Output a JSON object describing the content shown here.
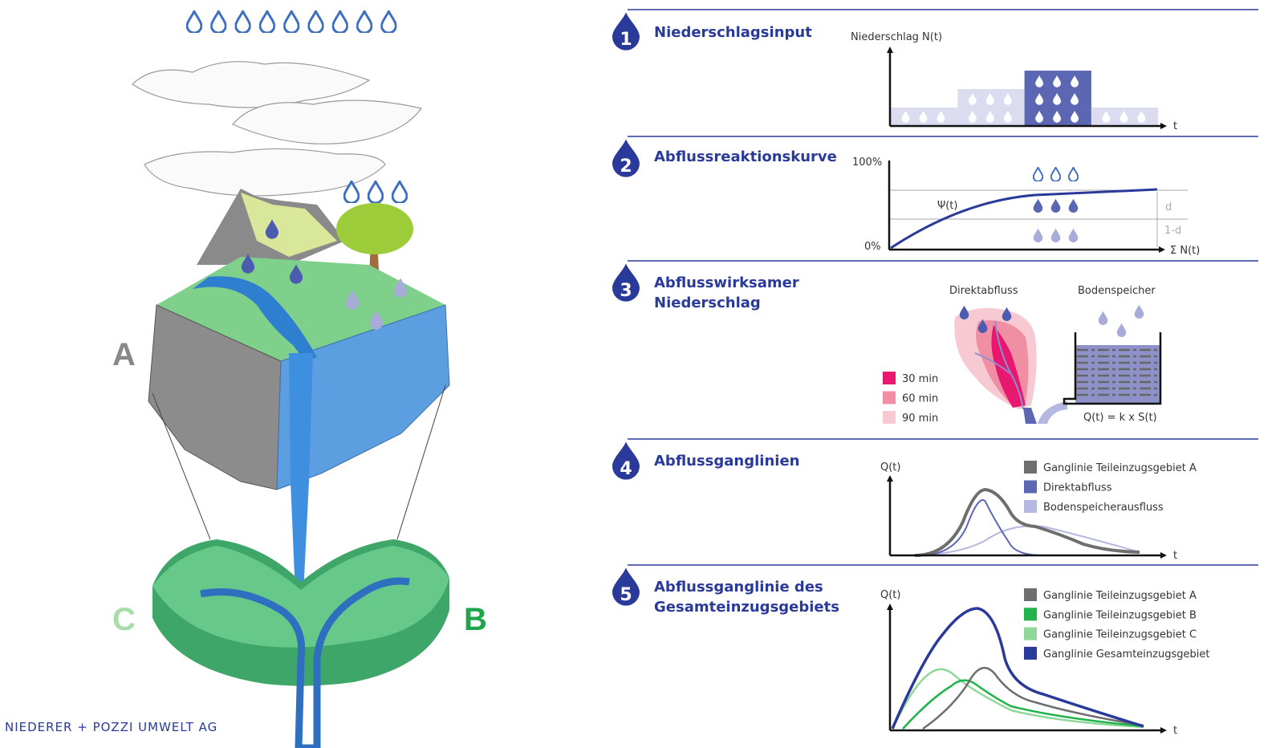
{
  "credit": "NIEDERER + POZZI UMWELT AG",
  "illustration": {
    "label_a": "A",
    "label_b": "B",
    "label_c": "C"
  },
  "colors": {
    "primary": "#2a3a9a",
    "medium": "#5b67b3",
    "light": "#c9cbe6",
    "pink_30": "#e8176f",
    "pink_60": "#f08fa4",
    "pink_90": "#f7c9d2",
    "gray": "#6e6e6e",
    "green_b": "#1fb34a",
    "green_c": "#8fd89a"
  },
  "sections": [
    {
      "number": "1",
      "title": "Niederschlagsinput",
      "y_label": "Niederschlag N(t)",
      "x_label": "t",
      "intensity_levels": [
        1,
        2,
        3,
        1
      ]
    },
    {
      "number": "2",
      "title": "Abflussreaktionskurve",
      "y_max": "100%",
      "y_min": "0%",
      "curve_label": "Ψ(t)",
      "d_label": "d",
      "one_minus_d_label": "1-d",
      "x_label": "Σ N(t)"
    },
    {
      "number": "3",
      "title_line1": "Abflusswirksamer",
      "title_line2": "Niederschlag",
      "direct_label": "Direktabfluss",
      "storage_label": "Bodenspeicher",
      "formula": "Q(t) = k x S(t)",
      "legend": [
        {
          "label": "30 min",
          "color": "#e8176f"
        },
        {
          "label": "60 min",
          "color": "#f08fa4"
        },
        {
          "label": "90 min",
          "color": "#f7c9d2"
        }
      ]
    },
    {
      "number": "4",
      "title": "Abflussganglinien",
      "y_label": "Q(t)",
      "x_label": "t",
      "legend": [
        {
          "label": "Ganglinie Teileinzugsgebiet A",
          "color": "#6e6e6e"
        },
        {
          "label": "Direktabfluss",
          "color": "#5b67b3"
        },
        {
          "label": "Bodenspeicherausfluss",
          "color": "#b5b8e0"
        }
      ]
    },
    {
      "number": "5",
      "title_line1": "Abflussganglinie des",
      "title_line2": "Gesamteinzugsgebiets",
      "y_label": "Q(t)",
      "x_label": "t",
      "legend": [
        {
          "label": "Ganglinie Teileinzugsgebiet A",
          "color": "#6e6e6e"
        },
        {
          "label": "Ganglinie Teileinzugsgebiet B",
          "color": "#1fb34a"
        },
        {
          "label": "Ganglinie Teileinzugsgebiet C",
          "color": "#8fd89a"
        },
        {
          "label": "Ganglinie Gesamteinzugsgebiet",
          "color": "#2a3a9a"
        }
      ]
    }
  ]
}
